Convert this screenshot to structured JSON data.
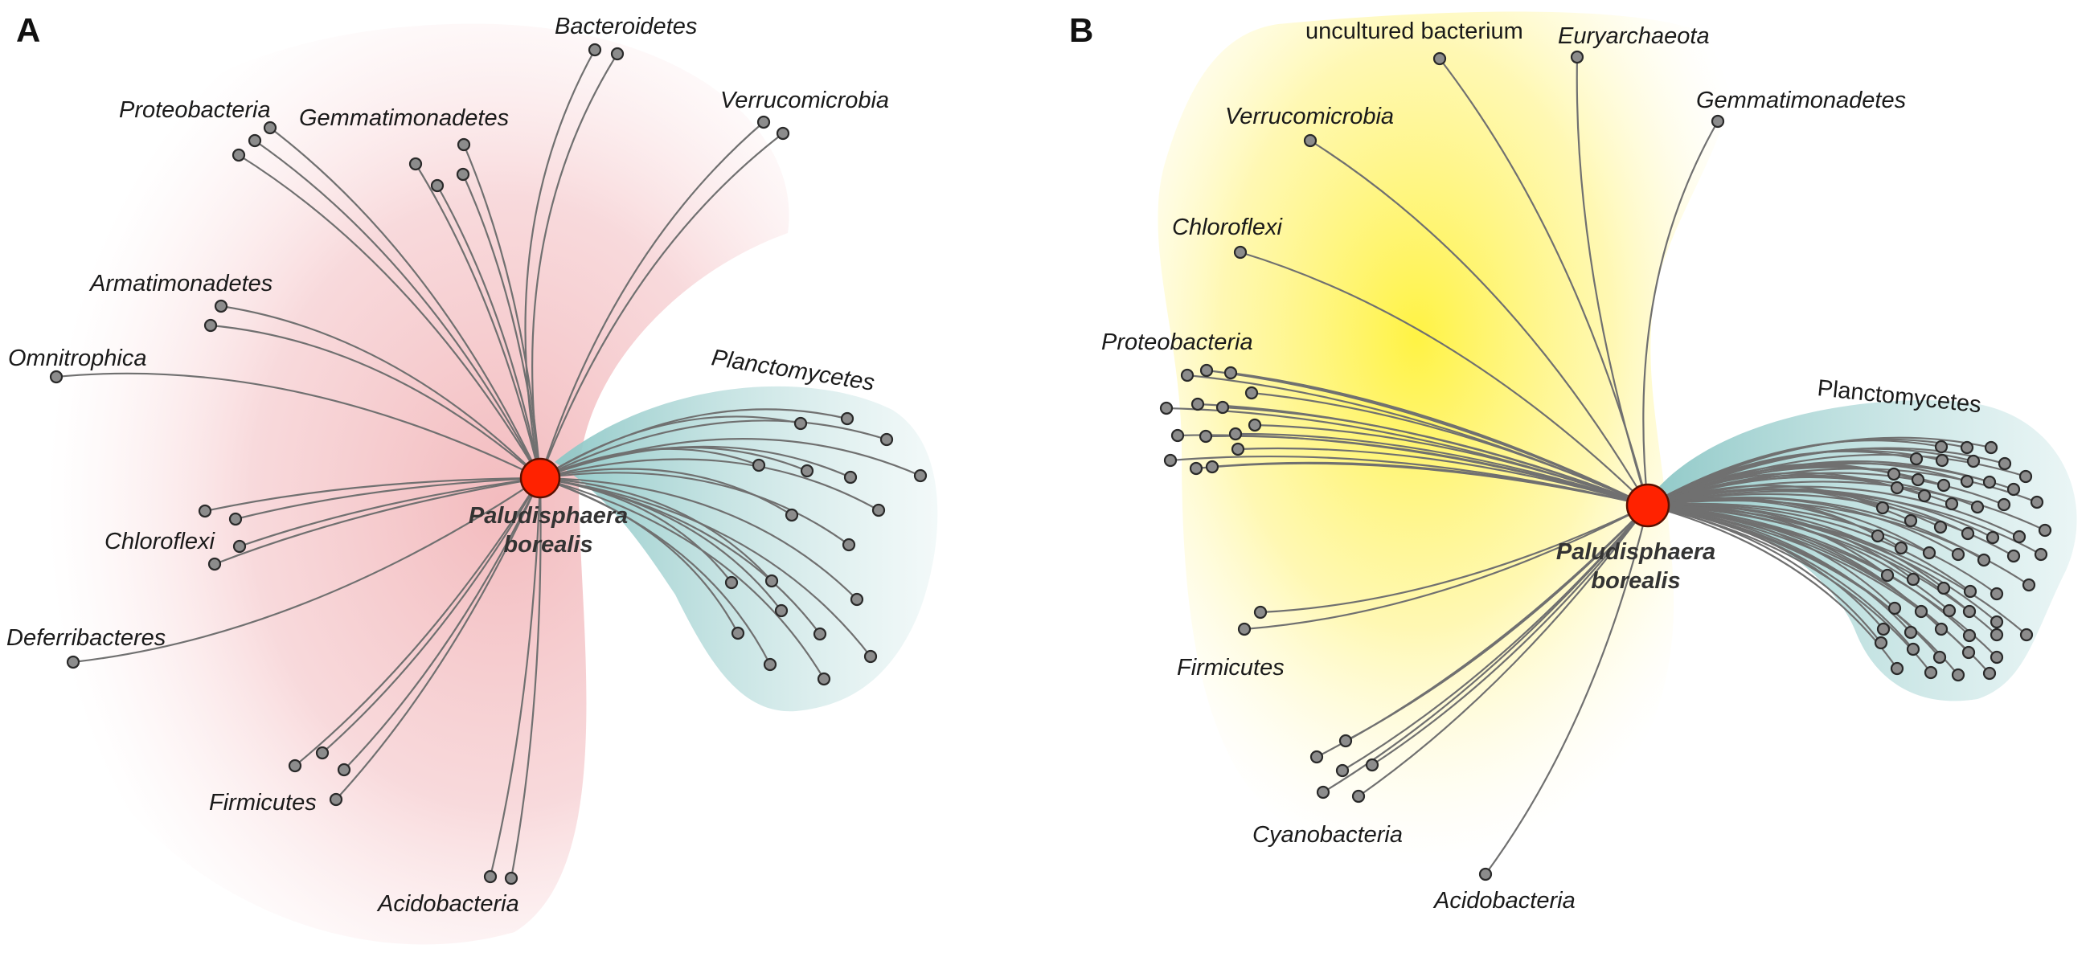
{
  "panels": {
    "A": {
      "letter": "A",
      "center_label": [
        "Paludisphaera",
        "borealis"
      ],
      "labels": {
        "bacteroidetes": "Bacteroidetes",
        "proteobacteria": "Proteobacteria",
        "gemmatimonadetes": "Gemmatimonadetes",
        "verrucomicrobia": "Verrucomicrobia",
        "armatimonadetes": "Armatimonadetes",
        "omnitrophica": "Omnitrophica",
        "planctomycetes": "Planctomycetes",
        "chloroflexi": "Chloroflexi",
        "deferribacteres": "Deferribacteres",
        "firmicutes": "Firmicutes",
        "acidobacteria": "Acidobacteria"
      },
      "shading": {
        "left_group": "#f4c2c4",
        "right_group": "#9fd0cf"
      }
    },
    "B": {
      "letter": "B",
      "center_label": [
        "Paludisphaera",
        "borealis"
      ],
      "labels": {
        "uncultured": "uncultured bacterium",
        "euryarchaeota": "Euryarchaeota",
        "gemmatimonadetes": "Gemmatimonadetes",
        "verrucomicrobia": "Verrucomicrobia",
        "chloroflexi": "Chloroflexi",
        "proteobacteria": "Proteobacteria",
        "planctomycetes": "Planctomycetes",
        "firmicutes": "Firmicutes",
        "cyanobacteria": "Cyanobacteria",
        "acidobacteria": "Acidobacteria"
      },
      "shading": {
        "left_group": "#fff27a",
        "right_group": "#9fd0cf"
      }
    }
  },
  "colors": {
    "hub": "#ff2200",
    "node": "#8c8c8c",
    "edge": "#707070"
  }
}
